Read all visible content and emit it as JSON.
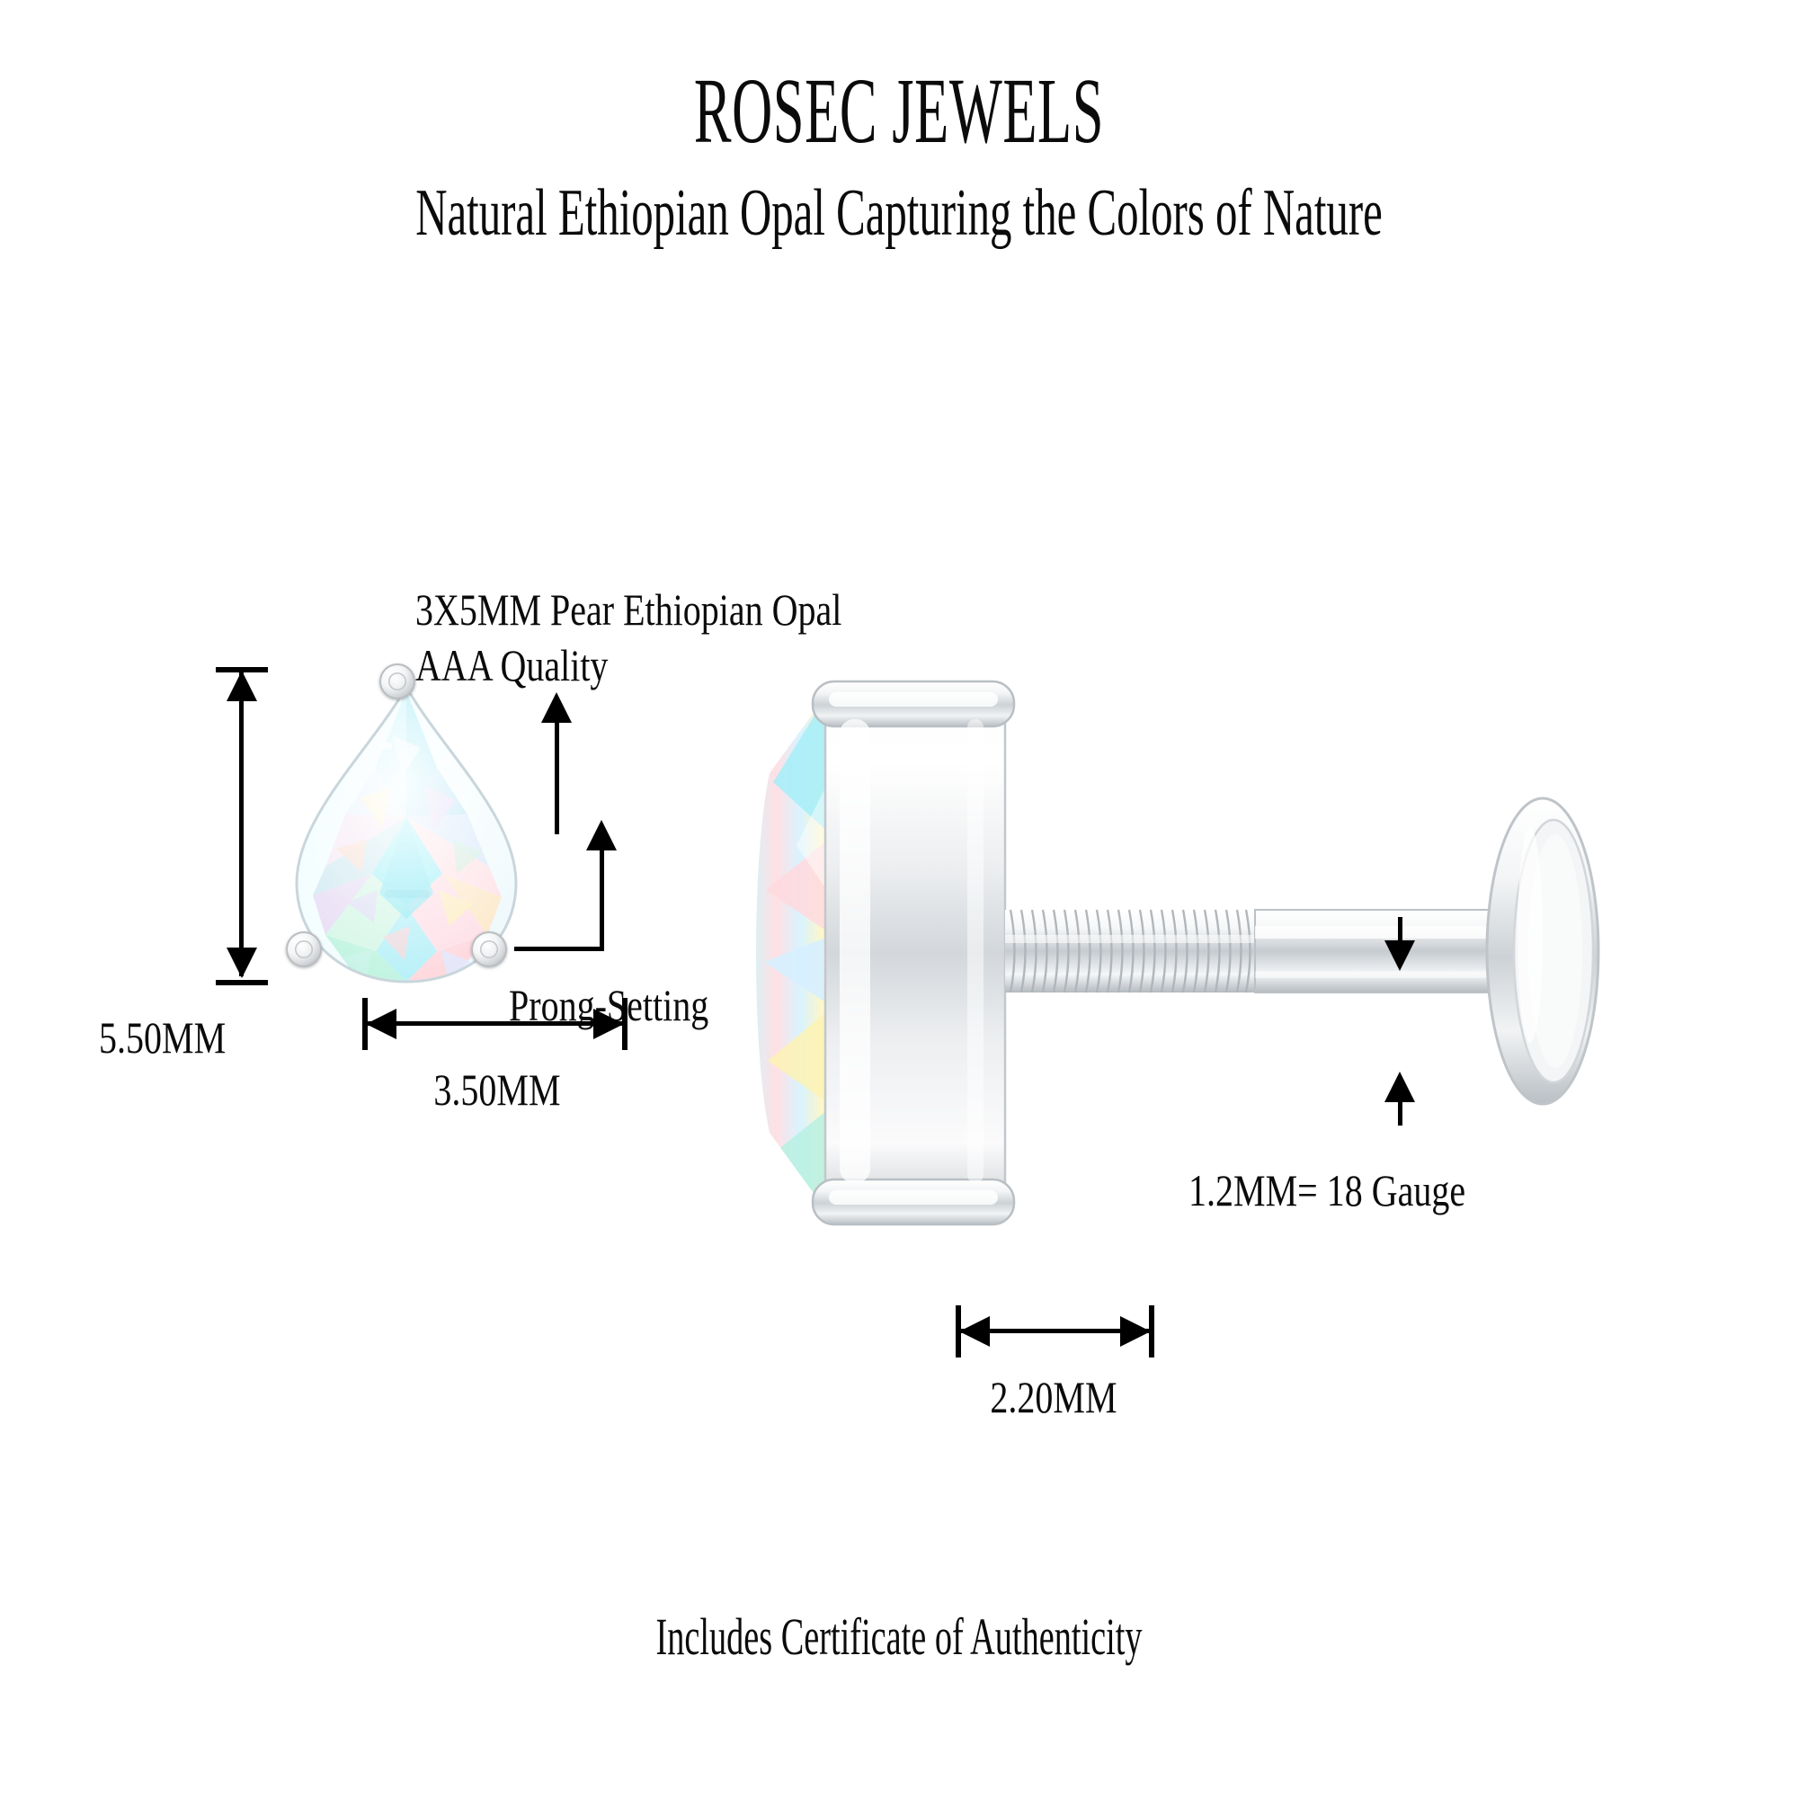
{
  "header": {
    "brand": "ROSEC JEWELS",
    "tagline": "Natural Ethiopian Opal Capturing the Colors of Nature"
  },
  "footer": {
    "certificate": "Includes Certificate of Authenticity"
  },
  "annotations": {
    "stone_line1": "3X5MM Pear Ethiopian Opal",
    "stone_line2": "AAA Quality",
    "setting": "Prong-Setting",
    "gauge": "1.2MM= 18 Gauge"
  },
  "dimensions": {
    "height": "5.50MM",
    "width": "3.50MM",
    "depth": "2.20MM"
  },
  "product": {
    "gem_shape": "pear",
    "gem_size": "3X5MM",
    "gem_type": "Ethiopian Opal",
    "gem_quality": "AAA",
    "setting_type": "Prong-Setting",
    "post_type": "threaded-screw-flatback"
  },
  "colors": {
    "text": "#0b0b0b",
    "background": "#ffffff",
    "metal_light": "#ffffff",
    "metal_mid": "#dfe2e5",
    "metal_dark": "#9aa0a5",
    "opal_cyan": "#aaf0f5",
    "opal_pink": "#ffd3d8",
    "opal_yellow": "#fdf3b8",
    "opal_lavender": "#d8d3f0",
    "opal_mint": "#b9f2d6"
  }
}
